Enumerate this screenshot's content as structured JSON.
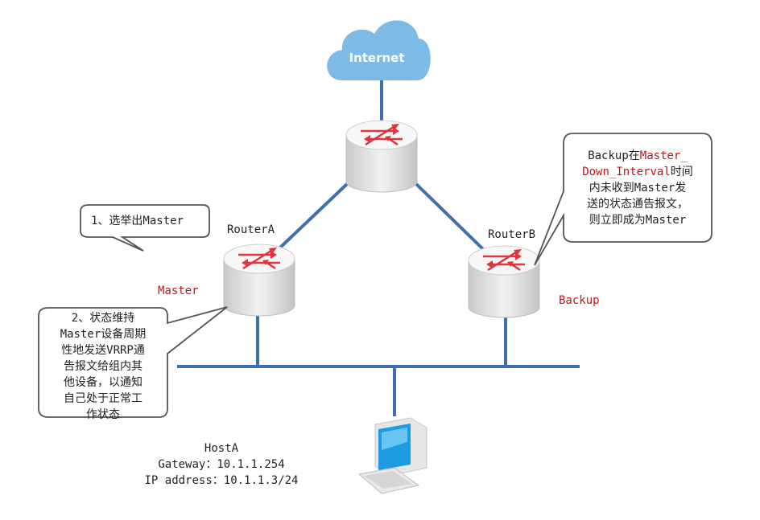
{
  "internet": {
    "label": "Internet"
  },
  "routers": {
    "top": {
      "name": ""
    },
    "a": {
      "name": "RouterA",
      "role": "Master"
    },
    "b": {
      "name": "RouterB",
      "role": "Backup"
    }
  },
  "callouts": {
    "elect": "1、选举出Master",
    "maintain": [
      "2、状态维持",
      "Master设备周期",
      "性地发送VRRP通",
      "告报文给组内其",
      "他设备，以通知",
      "自己处于正常工",
      "作状态"
    ],
    "backup": {
      "line1_a": "Backup在",
      "line1_b": "Master_",
      "line2_a": "Down_Interval",
      "line2_b": "时间",
      "line3": "内未收到Master发",
      "line4": "送的状态通告报文，",
      "line5": "则立即成为Master"
    }
  },
  "host": {
    "name": "HostA",
    "gateway": "Gateway：10.1.1.254",
    "ip": "IP address：10.1.1.3/24"
  },
  "colors": {
    "link": "#3f6fad",
    "role_text": "#c0161a",
    "cloud": "#7dbbe6",
    "arrow": "#e0343a"
  }
}
